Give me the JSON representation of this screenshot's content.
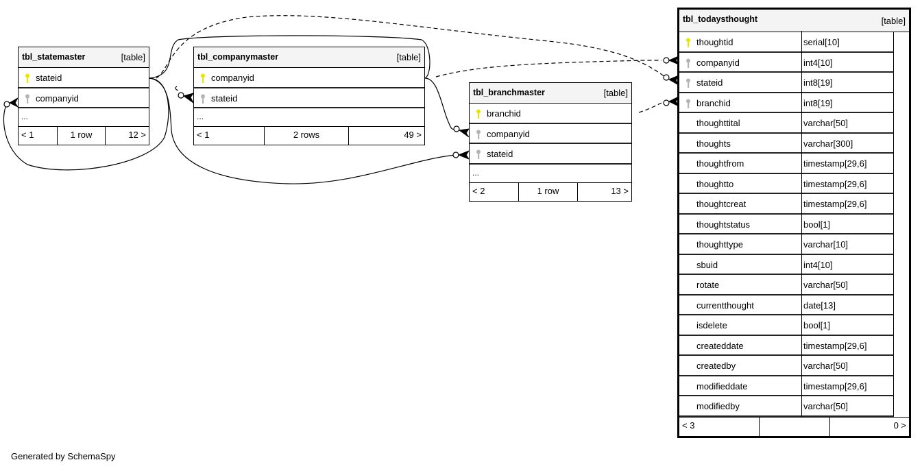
{
  "diagram": {
    "tables": [
      {
        "id": "statemaster",
        "name": "tbl_statemaster",
        "kind": "[table]",
        "columns": [
          {
            "name": "stateid",
            "key": "primary"
          },
          {
            "name": "companyid",
            "key": "foreign"
          }
        ],
        "ellipsis": "...",
        "footer": {
          "parents": "< 1",
          "rows": "1 row",
          "children": "12 >"
        }
      },
      {
        "id": "companymaster",
        "name": "tbl_companymaster",
        "kind": "[table]",
        "columns": [
          {
            "name": "companyid",
            "key": "primary"
          },
          {
            "name": "stateid",
            "key": "foreign"
          }
        ],
        "ellipsis": "...",
        "footer": {
          "parents": "< 1",
          "rows": "2 rows",
          "children": "49 >"
        }
      },
      {
        "id": "branchmaster",
        "name": "tbl_branchmaster",
        "kind": "[table]",
        "columns": [
          {
            "name": "branchid",
            "key": "primary"
          },
          {
            "name": "companyid",
            "key": "foreign"
          },
          {
            "name": "stateid",
            "key": "foreign"
          }
        ],
        "ellipsis": "...",
        "footer": {
          "parents": "< 2",
          "rows": "1 row",
          "children": "13 >"
        }
      },
      {
        "id": "todaysthought",
        "name": "tbl_todaysthought",
        "kind": "[table]",
        "columns": [
          {
            "name": "thoughtid",
            "type": "serial[10]",
            "key": "primary"
          },
          {
            "name": "companyid",
            "type": "int4[10]",
            "key": "foreign"
          },
          {
            "name": "stateid",
            "type": "int8[19]",
            "key": "foreign"
          },
          {
            "name": "branchid",
            "type": "int8[19]",
            "key": "foreign"
          },
          {
            "name": "thoughttital",
            "type": "varchar[50]",
            "key": "none"
          },
          {
            "name": "thoughts",
            "type": "varchar[300]",
            "key": "none"
          },
          {
            "name": "thoughtfrom",
            "type": "timestamp[29,6]",
            "key": "none"
          },
          {
            "name": "thoughtto",
            "type": "timestamp[29,6]",
            "key": "none"
          },
          {
            "name": "thoughtcreat",
            "type": "timestamp[29,6]",
            "key": "none"
          },
          {
            "name": "thoughtstatus",
            "type": "bool[1]",
            "key": "none"
          },
          {
            "name": "thoughttype",
            "type": "varchar[10]",
            "key": "none"
          },
          {
            "name": "sbuid",
            "type": "int4[10]",
            "key": "none"
          },
          {
            "name": "rotate",
            "type": "varchar[50]",
            "key": "none"
          },
          {
            "name": "currentthought",
            "type": "date[13]",
            "key": "none"
          },
          {
            "name": "isdelete",
            "type": "bool[1]",
            "key": "none"
          },
          {
            "name": "createddate",
            "type": "timestamp[29,6]",
            "key": "none"
          },
          {
            "name": "createdby",
            "type": "varchar[50]",
            "key": "none"
          },
          {
            "name": "modifieddate",
            "type": "timestamp[29,6]",
            "key": "none"
          },
          {
            "name": "modifiedby",
            "type": "varchar[50]",
            "key": "none"
          }
        ],
        "footer": {
          "parents": "< 3",
          "rows": "",
          "children": "0 >"
        }
      }
    ],
    "relationships": [
      {
        "from": "tbl_statemaster.stateid",
        "to": "tbl_statemaster.companyid",
        "style": "solid"
      },
      {
        "from": "tbl_statemaster.stateid",
        "to": "tbl_companymaster.stateid",
        "style": "solid"
      },
      {
        "from": "tbl_statemaster.stateid",
        "to": "tbl_branchmaster.stateid",
        "style": "solid"
      },
      {
        "from": "tbl_statemaster.stateid",
        "to": "tbl_todaysthought.stateid",
        "style": "dashed"
      },
      {
        "from": "tbl_companymaster.companyid",
        "to": "tbl_branchmaster.companyid",
        "style": "solid"
      },
      {
        "from": "tbl_companymaster.companyid",
        "to": "tbl_todaysthought.companyid",
        "style": "dashed"
      },
      {
        "from": "tbl_branchmaster.branchid",
        "to": "tbl_todaysthought.branchid",
        "style": "dashed"
      }
    ],
    "colors": {
      "primary_key": "#e6e600",
      "foreign_key": "#b4b4b4",
      "header_bg": "#f4f4f4"
    }
  },
  "footer_note": "Generated by SchemaSpy"
}
